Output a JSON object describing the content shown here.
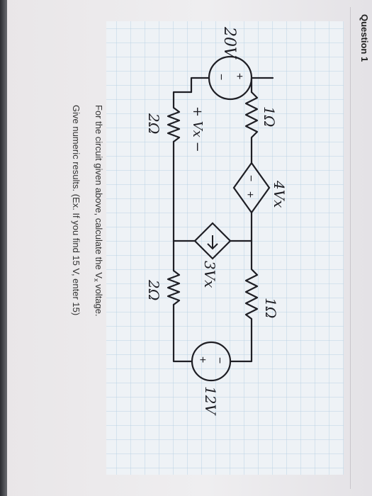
{
  "question": {
    "title": "Question 1",
    "line1_before": "For the circuit given above, calculate the V",
    "line1_sub": "x",
    "line1_after": " voltage.",
    "line2": "Give numeric results. (Ex. If you find 15 V, enter 15)"
  },
  "circuit": {
    "source_left": "20V",
    "source_right": "12V",
    "r_top_left": "1Ω",
    "r_top_right": "1Ω",
    "r_bottom_left": "2Ω",
    "r_bottom_mid": "2Ω",
    "dep_voltage": "4Vx",
    "dep_current": "3Vx",
    "vx_label": "+ Vx −",
    "plus": "+",
    "minus": "−"
  }
}
